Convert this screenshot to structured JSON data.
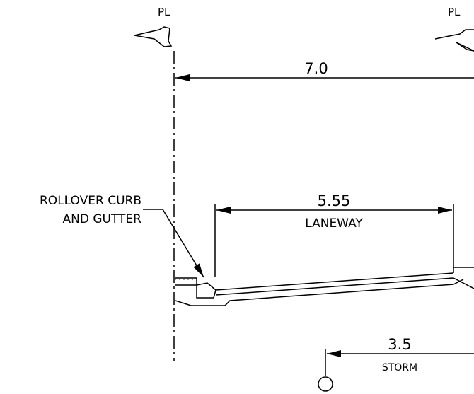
{
  "property_line_symbols": {
    "left": {
      "text": "PL"
    },
    "right": {
      "text": "PL"
    }
  },
  "dimensions": {
    "property_width": {
      "value": "7.0"
    },
    "laneway_width": {
      "value": "5.55",
      "label": "LANEWAY"
    },
    "storm_offset": {
      "value": "3.5",
      "label": "STORM"
    }
  },
  "callout": {
    "line1": "ROLLOVER CURB",
    "line2": "AND GUTTER"
  },
  "colors": {
    "linework": "#000000",
    "background": "#ffffff"
  }
}
